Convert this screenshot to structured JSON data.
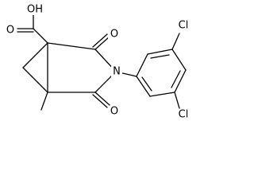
{
  "structure": {
    "atoms": {
      "hydroxyl": "OH",
      "carboxyl_carbonyl_o": "O",
      "upper_carbonyl_o": "O",
      "lower_carbonyl_o": "O",
      "imide_n": "N",
      "chlorine_top": "Cl",
      "chlorine_bottom": "Cl"
    }
  }
}
